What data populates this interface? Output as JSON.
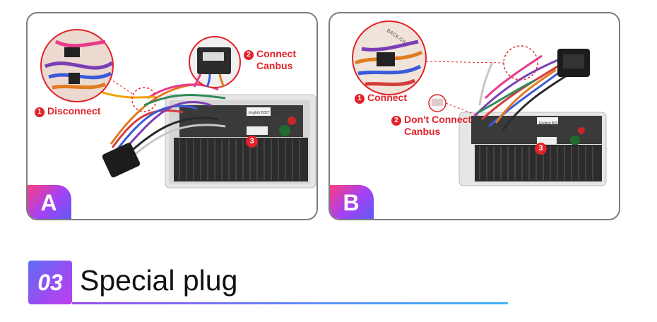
{
  "panel_a": {
    "badge": "A",
    "step1": {
      "num": "1",
      "text": "Disconnect"
    },
    "step2": {
      "num": "2",
      "line1": "Connect",
      "line2": "Canbus"
    },
    "step3": "3",
    "label_line1": "English   B327  Model",
    "label_line2": "CN 4S ANBP"
  },
  "panel_b": {
    "badge": "B",
    "step1": {
      "num": "1",
      "text": "Connect"
    },
    "step2": {
      "num": "2",
      "line1": "Don't Connect",
      "line2": "Canbus"
    },
    "step3": "3",
    "tag_text": "BACK-CA",
    "label_line1": "English   B327  Model",
    "label_line2": "CN 4S ANBP"
  },
  "section": {
    "number": "03",
    "title": "Special plug"
  }
}
